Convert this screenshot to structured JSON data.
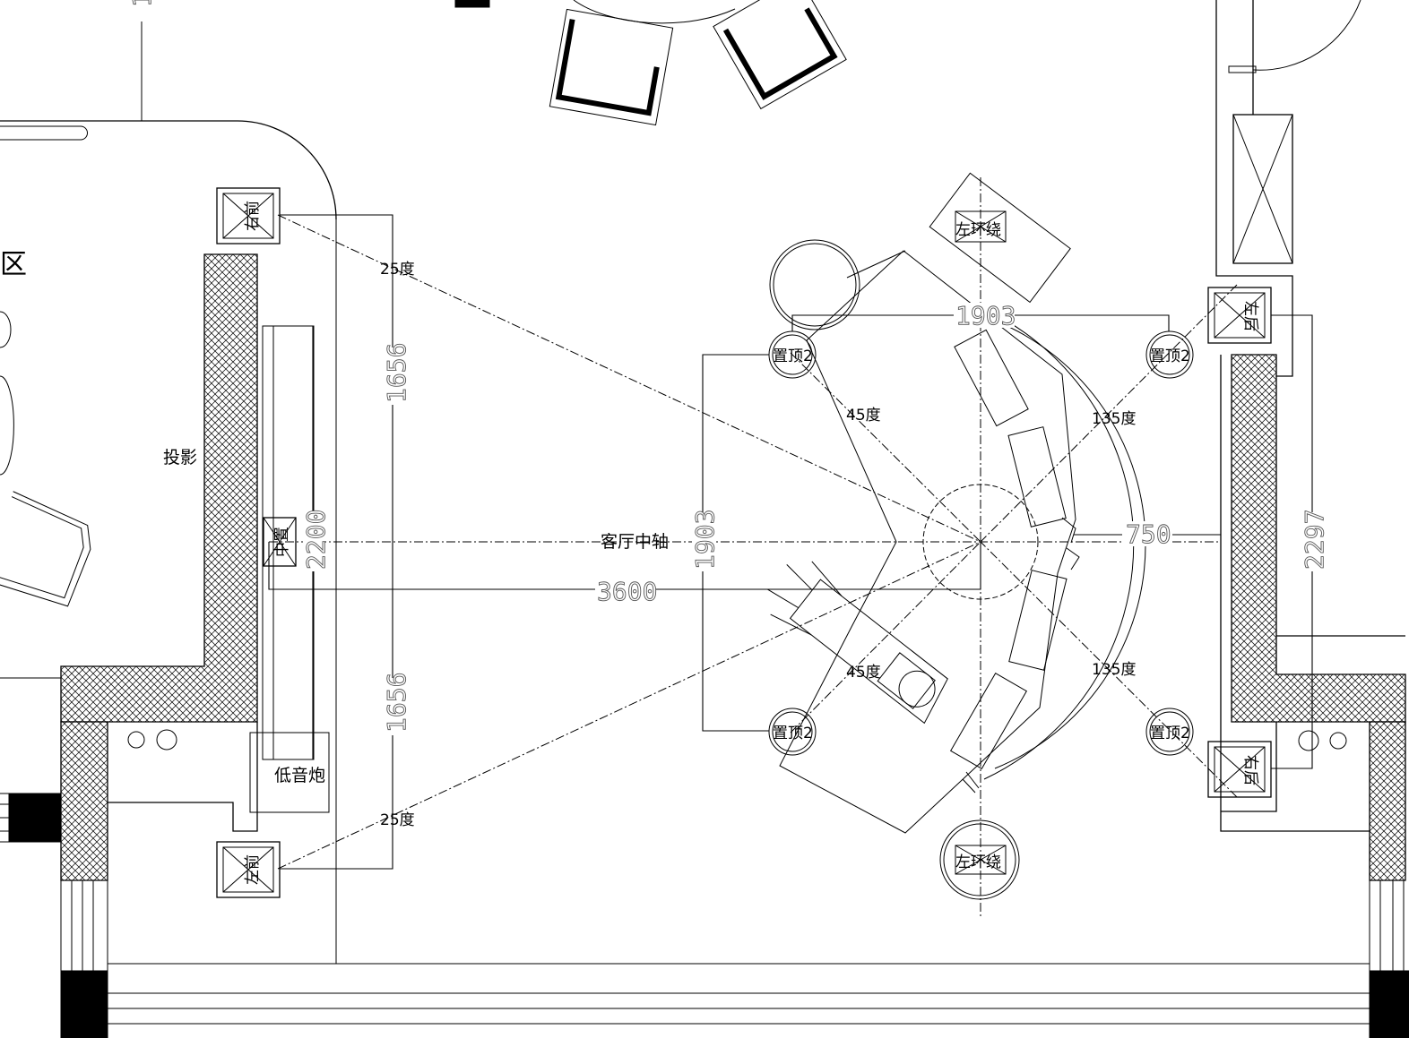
{
  "labels": {
    "zone_partial": "区",
    "projection": "投影",
    "subwoofer": "低音炮",
    "living_axis": "客厅中轴",
    "center": "中置",
    "front_left": "左前",
    "front_right": "右前",
    "surround_left_top": "左环绕",
    "surround_left_bottom": "左环绕",
    "rear_left": "左后",
    "rear_right": "右后",
    "ceiling_tl": "置顶2",
    "ceiling_tr": "置顶2",
    "ceiling_bl": "置顶2",
    "ceiling_br": "置顶2"
  },
  "angles": {
    "front_top": "25度",
    "front_bottom": "25度",
    "ceiling_left_top": "45度",
    "ceiling_left_bottom": "45度",
    "ceiling_right_top": "135度",
    "ceiling_right_bottom": "135度"
  },
  "dimensions": {
    "front_upper": "1656",
    "front_lower": "1656",
    "screen_width": "2200",
    "listening_distance": "3600",
    "ceiling_spacing_vertical": "1903",
    "ceiling_spacing_horizontal": "1903",
    "seat_to_wall": "750",
    "rear_spacing": "2297",
    "top_partial": "1"
  },
  "colors": {
    "line": "#000000",
    "background": "#ffffff",
    "dimension_text": "#555555"
  }
}
